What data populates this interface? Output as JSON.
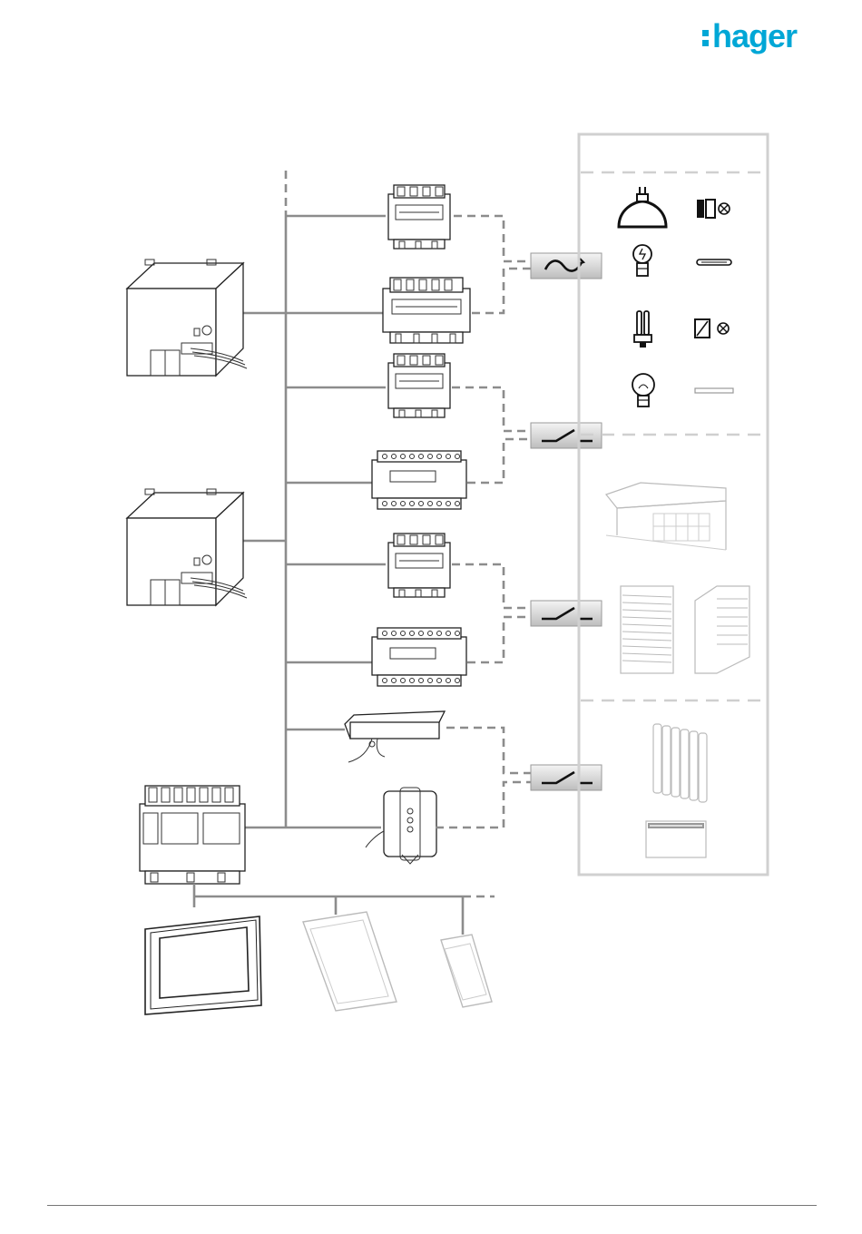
{
  "brand": {
    "logo_text": "hager",
    "accent_color": "#00a7d6"
  },
  "diagram": {
    "bus_color": "#8c8c8c",
    "zone_border_color": "#d0d0d0",
    "output_icons": [
      "dimmer-symbol",
      "switch-symbol",
      "switch-symbol",
      "switch-symbol"
    ],
    "lighting_loads": [
      "halogen-lamp-icon",
      "transformer-lamp-icon",
      "incandescent-dimmable-lamp-icon",
      "fluorescent-tube-icon",
      "compact-fluorescent-lamp-icon",
      "electronic-transformer-lamp-icon",
      "light-bulb-icon",
      "linear-lamp-icon"
    ],
    "shading_loads": [
      "awning-icon",
      "venetian-blind-icon",
      "roller-shutter-icon"
    ],
    "heating_loads": [
      "radiator-icon",
      "convector-heater-icon"
    ],
    "client_devices": [
      "wall-touch-panel-icon",
      "tablet-icon",
      "smartphone-icon"
    ]
  }
}
